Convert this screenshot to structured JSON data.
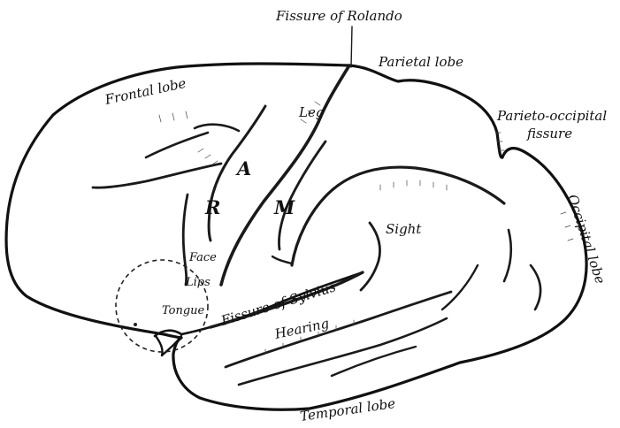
{
  "labels": {
    "fissure_rolando": "Fissure of Rolando",
    "parietal_lobe": "Parietal lobe",
    "frontal_lobe": "Frontal lobe",
    "parieto_occipital_1": "Parieto-occipital",
    "parieto_occipital_2": "fissure",
    "leg": "Leg",
    "a": "A",
    "r": "R",
    "m": "M",
    "sight": "Sight",
    "occipital_lobe": "Occipital lobe",
    "face": "Face",
    "lips": "Lips",
    "tongue": "Tongue",
    "fissure_sylvius": "Fissure of Sylvius",
    "hearing": "Hearing",
    "temporal_lobe": "Temporal lobe"
  },
  "colors": {
    "ink": "#111111",
    "paper": "#ffffff"
  }
}
